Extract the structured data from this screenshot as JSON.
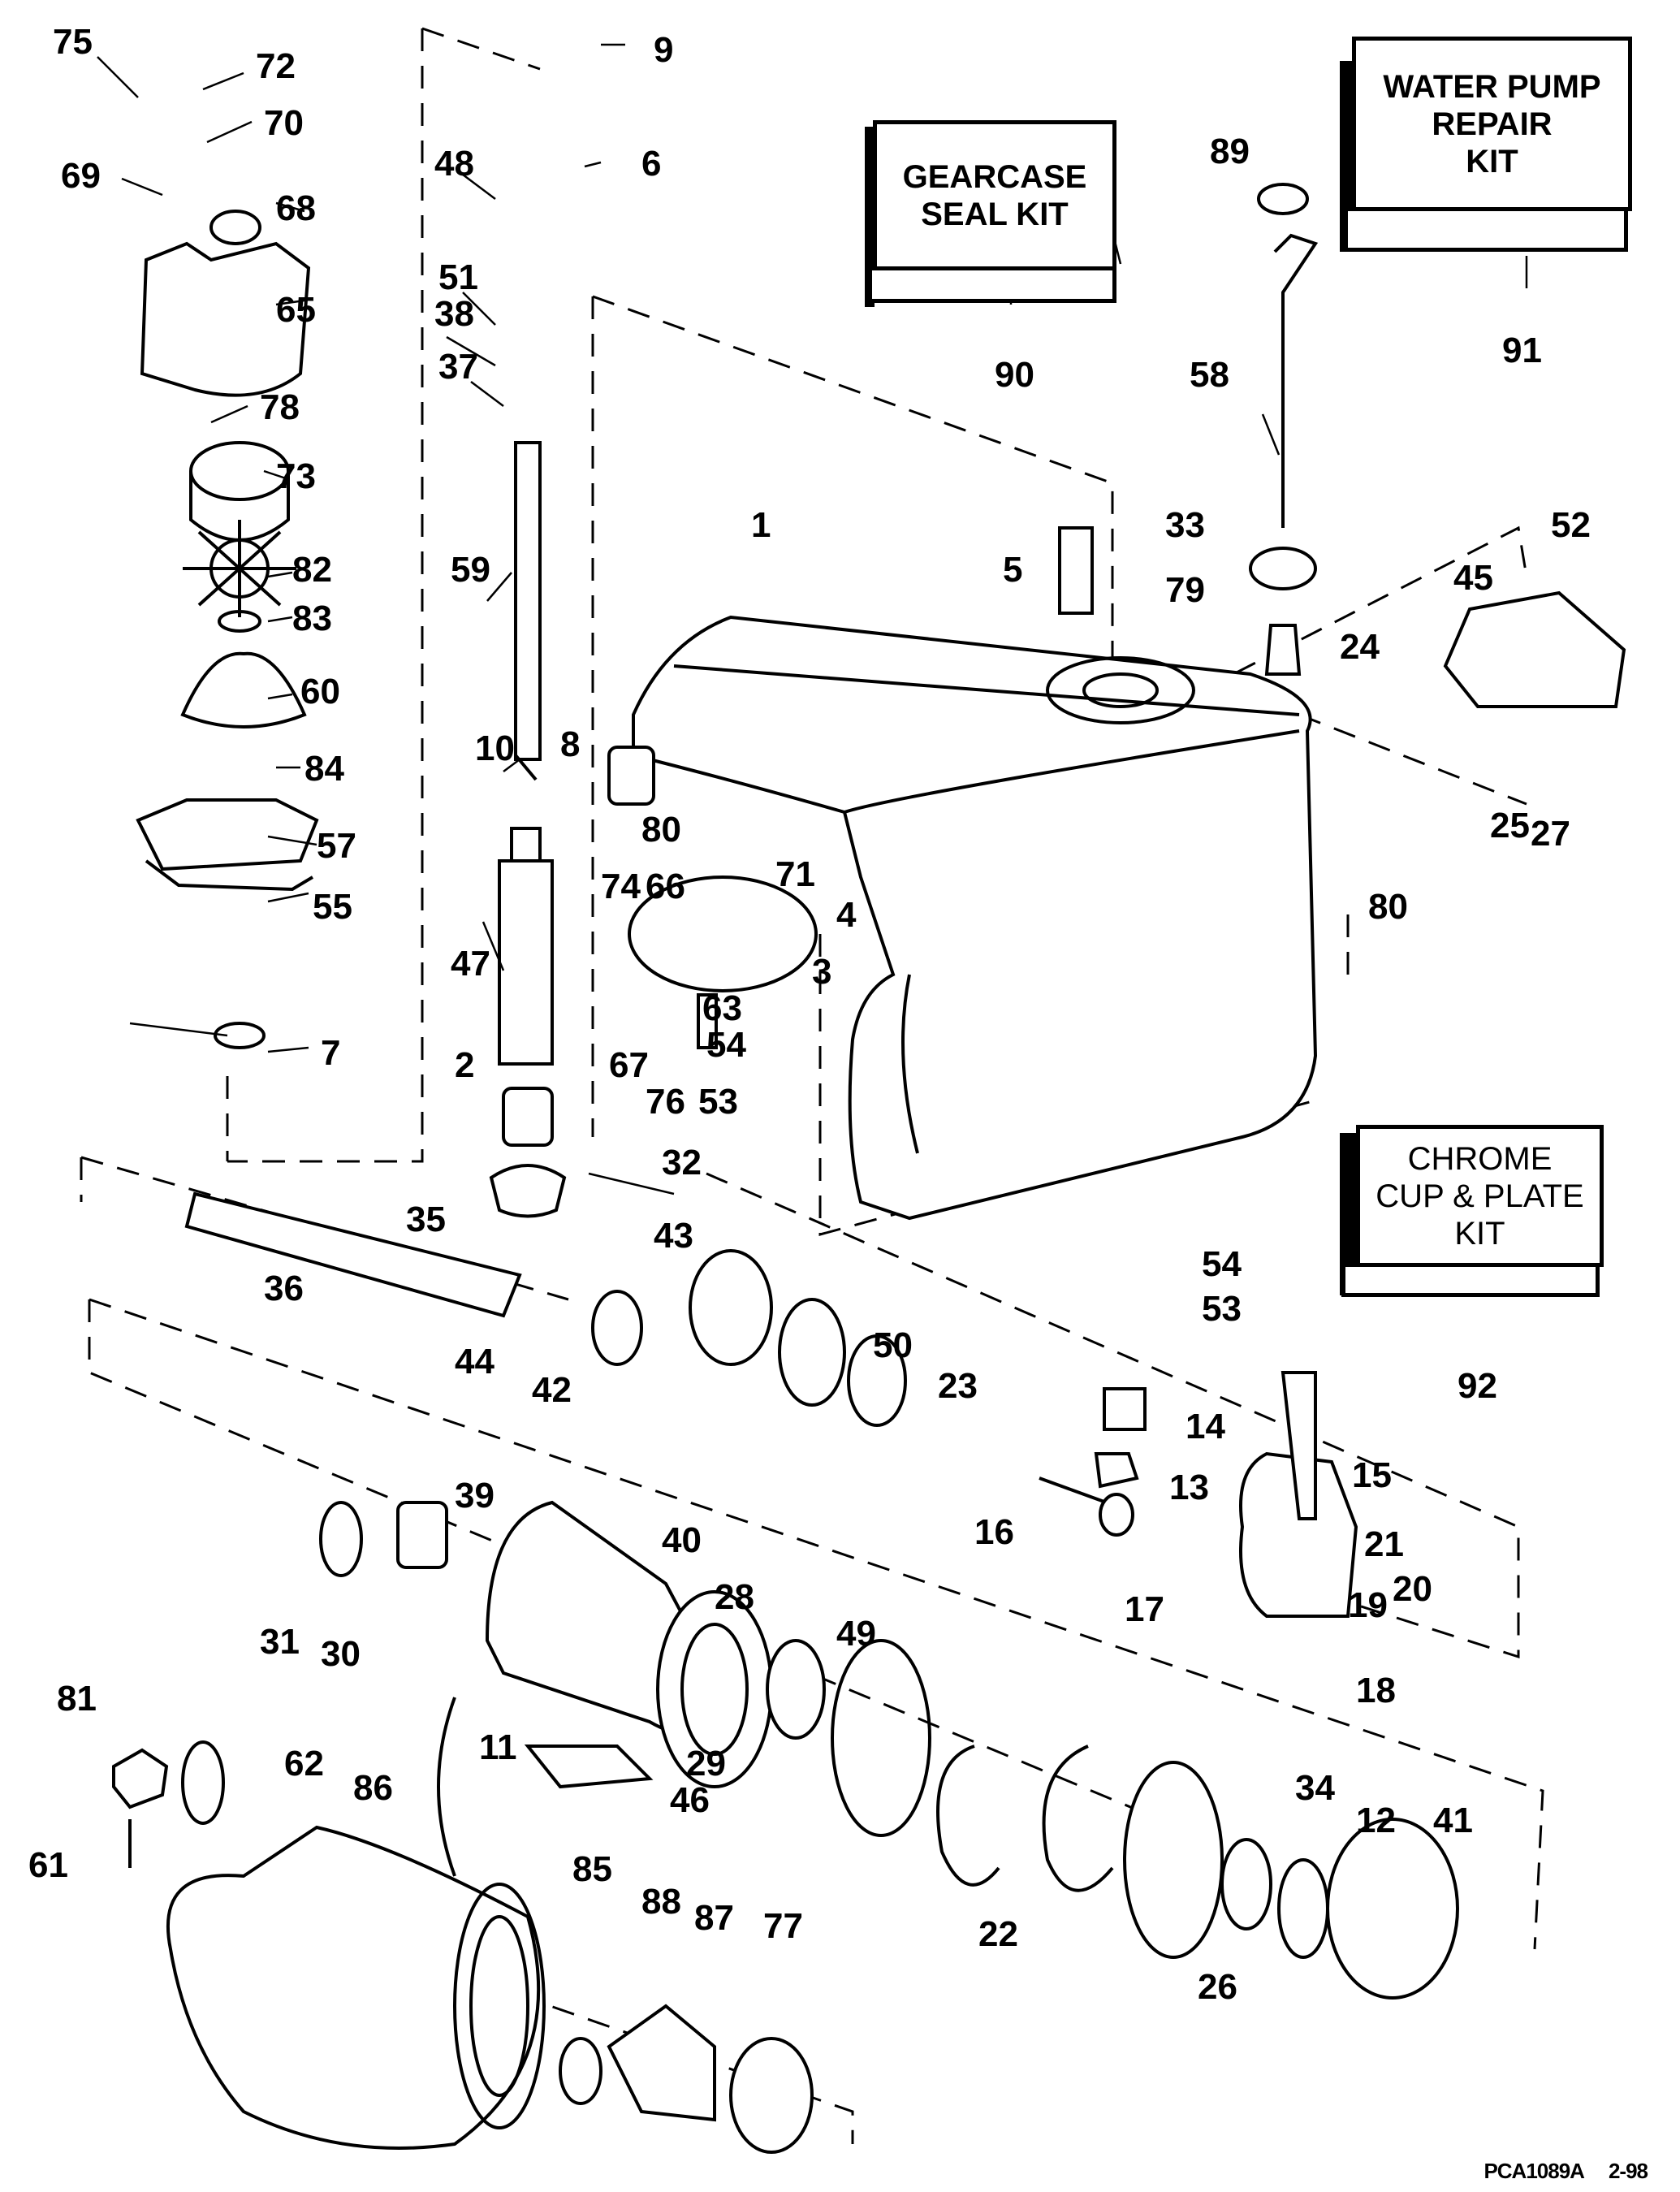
{
  "diagram": {
    "type": "exploded-parts-diagram",
    "subject": "Outboard gearcase assembly",
    "kits": [
      {
        "id": "90",
        "label": "GEARCASE\nSEAL KIT"
      },
      {
        "id": "91",
        "label": "WATER PUMP\nREPAIR\nKIT"
      },
      {
        "id": "92",
        "label": "CHROME\nCUP & PLATE\nKIT"
      }
    ],
    "callouts": [
      "75",
      "72",
      "70",
      "69",
      "68",
      "65",
      "78",
      "73",
      "82",
      "83",
      "60",
      "84",
      "57",
      "55",
      "7",
      "9",
      "6",
      "48",
      "51",
      "38",
      "37",
      "59",
      "10",
      "8",
      "47",
      "2",
      "32",
      "35",
      "36",
      "43",
      "44",
      "42",
      "1",
      "5",
      "74",
      "80",
      "66",
      "71",
      "67",
      "76",
      "63",
      "3",
      "4",
      "54",
      "53",
      "89",
      "58",
      "33",
      "79",
      "52",
      "45",
      "24",
      "25",
      "27",
      "80",
      "54",
      "53",
      "50",
      "23",
      "14",
      "13",
      "15",
      "16",
      "21",
      "20",
      "19",
      "17",
      "18",
      "39",
      "40",
      "31",
      "30",
      "28",
      "49",
      "29",
      "11",
      "46",
      "81",
      "62",
      "61",
      "86",
      "85",
      "88",
      "87",
      "77",
      "22",
      "26",
      "34",
      "12",
      "41"
    ],
    "footer": {
      "code": "PCA1089A",
      "date": "2-98"
    }
  }
}
